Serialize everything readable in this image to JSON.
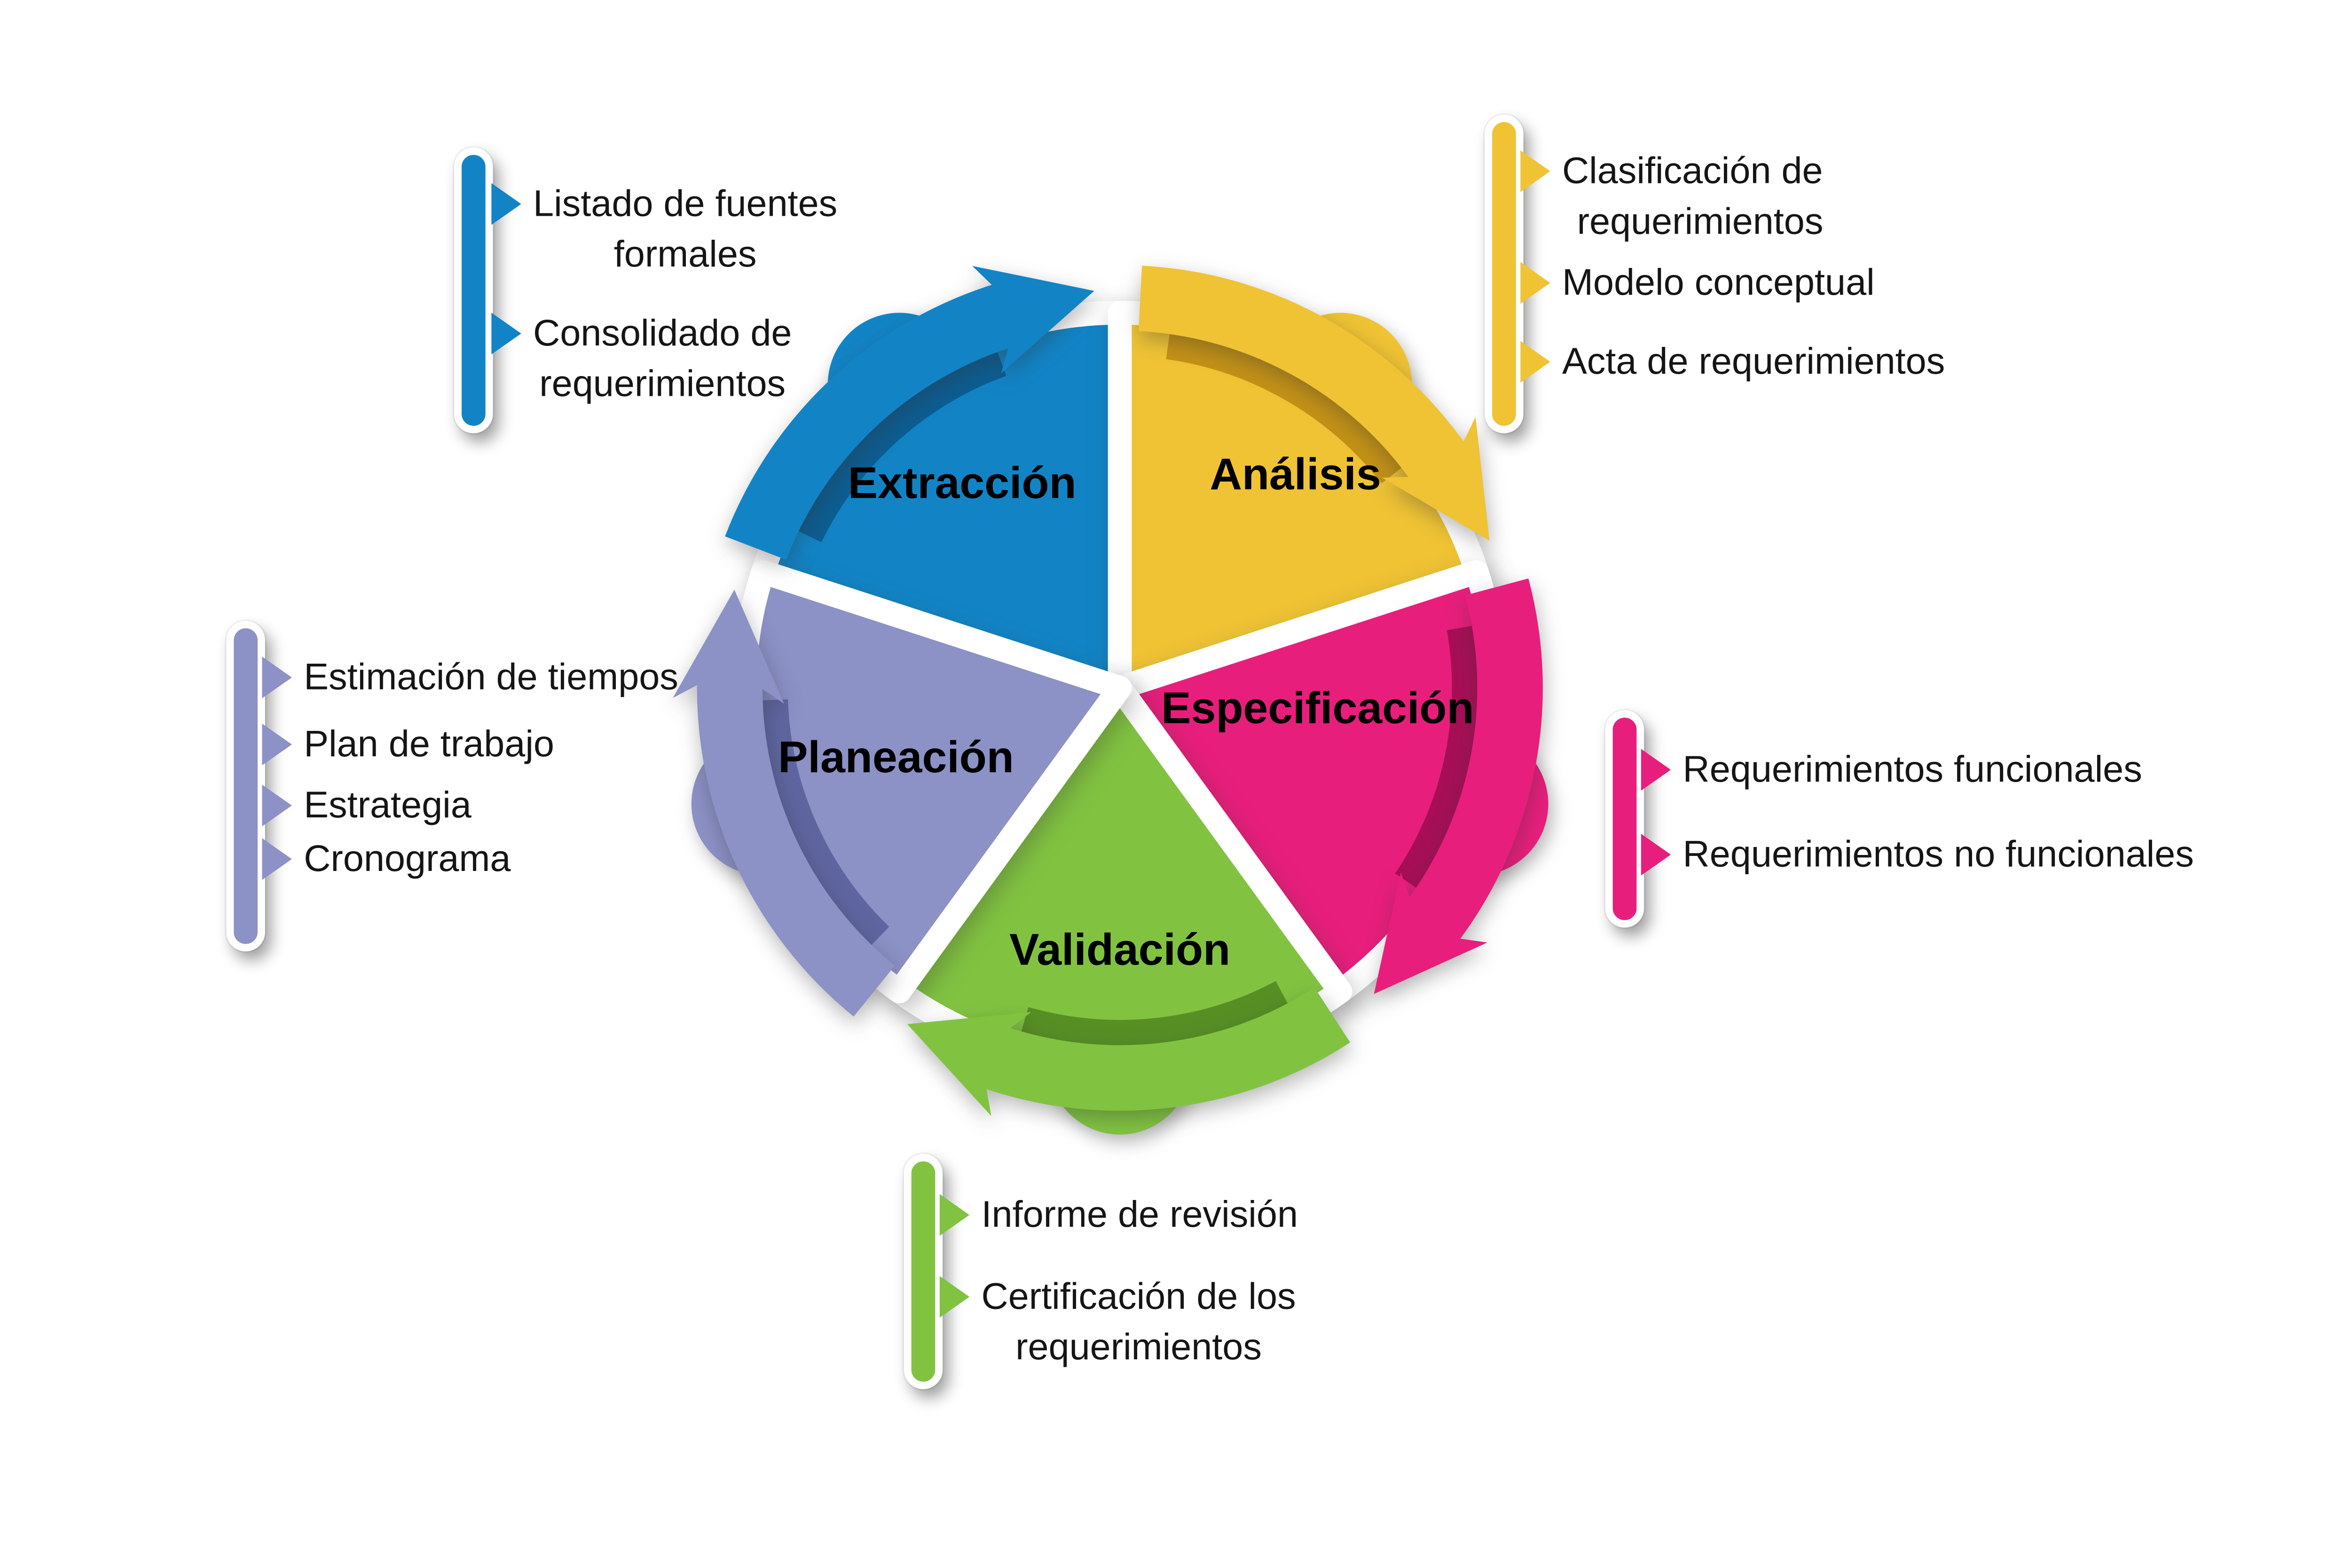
{
  "background": "#ffffff",
  "text_color": "#151515",
  "segments": [
    {
      "key": "extraccion",
      "label": "Extracción",
      "color": "#1284c6",
      "dark": "#0c5d92"
    },
    {
      "key": "analisis",
      "label": "Análisis",
      "color": "#efc334",
      "dark": "#c39116"
    },
    {
      "key": "especificacion",
      "label": "Especificación",
      "color": "#e81e7c",
      "dark": "#a60f56"
    },
    {
      "key": "validacion",
      "label": "Validación",
      "color": "#81c341",
      "dark": "#578f25"
    },
    {
      "key": "planeacion",
      "label": "Planeación",
      "color": "#8c91c6",
      "dark": "#5f65a0"
    }
  ],
  "callouts": {
    "extraccion": {
      "items": [
        {
          "lines": [
            "Listado de fuentes",
            "formales"
          ]
        },
        {
          "lines": [
            "Consolidado de",
            "requerimientos"
          ]
        }
      ]
    },
    "analisis": {
      "items": [
        {
          "lines": [
            "Clasificación de",
            "requerimientos"
          ]
        },
        {
          "lines": [
            "Modelo conceptual"
          ]
        },
        {
          "lines": [
            "Acta de requerimientos"
          ]
        }
      ]
    },
    "especificacion": {
      "items": [
        {
          "lines": [
            "Requerimientos funcionales"
          ]
        },
        {
          "lines": [
            "Requerimientos no funcionales"
          ]
        }
      ]
    },
    "validacion": {
      "items": [
        {
          "lines": [
            "Informe de revisión"
          ]
        },
        {
          "lines": [
            "Certificación de los",
            "requerimientos"
          ]
        }
      ]
    },
    "planeacion": {
      "items": [
        {
          "lines": [
            "Estimación de tiempos"
          ]
        },
        {
          "lines": [
            "Plan de trabajo"
          ]
        },
        {
          "lines": [
            "Estrategia"
          ]
        },
        {
          "lines": [
            "Cronograma"
          ]
        }
      ]
    }
  }
}
